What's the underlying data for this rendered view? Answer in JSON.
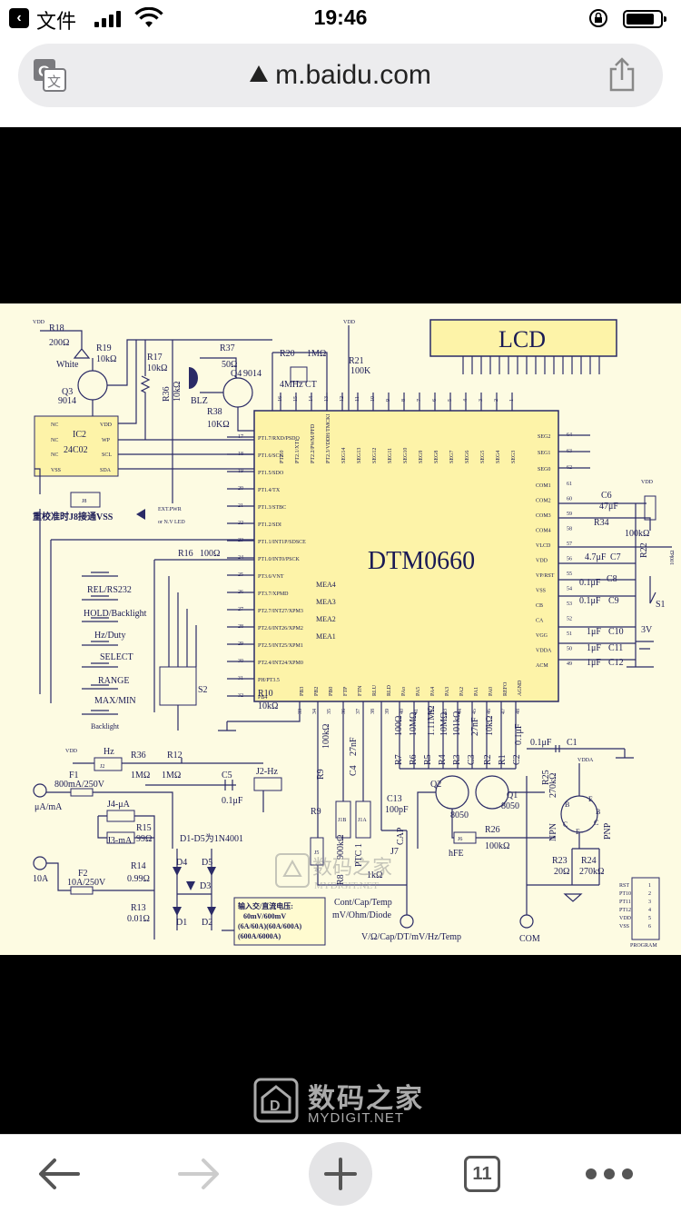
{
  "status_bar": {
    "back_app": "文件",
    "time": "19:46"
  },
  "address_bar": {
    "url": "m.baidu.com"
  },
  "schematic": {
    "chip_name": "DTM0660",
    "lcd_label": "LCD",
    "labels": {
      "r18": "R18",
      "r18v": "200Ω",
      "r19": "R19",
      "r19v": "10kΩ",
      "white": "White",
      "q3": "Q3",
      "q3v": "9014",
      "ic2": "IC2",
      "ic2v": "24C02",
      "r17": "R17",
      "r17v": "10kΩ",
      "r36a": "R36",
      "r36av": "10kΩ",
      "r37": "R37",
      "r37v": "50Ω",
      "q4": "Q4",
      "q4v": "9014",
      "blz": "BLZ",
      "r38": "R38",
      "r38v": "10KΩ",
      "r20": "R20",
      "r20v": "1MΩ",
      "ct": "4MHz CT",
      "r21": "R21",
      "r21v": "100K",
      "vdd": "VDD",
      "note_j8": "重校准时J8接通VSS",
      "extpwr": "EXT.PWR",
      "nlv": "or N.V LED",
      "j8": "J8",
      "r16": "R16",
      "r16v": "100Ω",
      "sw1": "REL/RS232",
      "sw2": "HOLD/Backlight",
      "sw3": "Hz/Duty",
      "sw4": "SELECT",
      "sw5": "RANGE",
      "sw6": "MAX/MIN",
      "sw7": "Backlight",
      "s2": "S2",
      "r10": "R10",
      "r10v": "10kΩ",
      "r36": "R36",
      "r36v": "1MΩ",
      "r12": "R12",
      "r12v": "1MΩ",
      "hz": "Hz",
      "j2": "J2",
      "j2hz": "J2-Hz",
      "c5": "C5",
      "c5v": "0.1μF",
      "f1": "F1",
      "f1v": "800mA/250V",
      "uama": "μA/mA",
      "j4": "J4-μA",
      "j3": "J3-mA",
      "r15": "R15",
      "r15v": "99Ω",
      "d1d5": "D1-D5为1N4001",
      "d4": "D4",
      "d5": "D5",
      "d3": "D3",
      "d1": "D1",
      "d2": "D2",
      "r14": "R14",
      "r14v": "0.99Ω",
      "r13": "R13",
      "r13v": "0.01Ω",
      "a10": "10A",
      "f2": "F2",
      "f2v": "10A/250V",
      "note_in1": "输入交/直流电压:",
      "note_in2": "60mV/600mV",
      "note_in3": "(6A/60A)(60A/600A)",
      "note_in4": "(600A/6000A)",
      "r9": "R9",
      "r9v": "100kΩ",
      "r8": "R8",
      "r8v": "900kΩ",
      "r7": "R7",
      "r7v": "100Ω",
      "r6": "R6",
      "r6v": "10MΩ",
      "r5": "R5",
      "r5v": "1.11MΩ",
      "r4": "R4",
      "r4v": "10MΩ",
      "r3": "R3",
      "r3v": "101kΩ",
      "r2": "R2",
      "r2v": "10kΩ",
      "r1": "R1",
      "c4": "C4",
      "c4v": "27nF",
      "c3": "C3",
      "c3v": "27nF",
      "c2": "C2",
      "c2v": "0.1μF",
      "c1": "C1",
      "c1v": "0.1μF",
      "c13": "C13",
      "c13v": "100pF",
      "j1b": "J1B",
      "j1a": "J1A",
      "j7": "J7",
      "j5": "J5",
      "ptc": "PTC 1",
      "ptcv": "1kΩ",
      "cap": "CAP",
      "cct": "Cont/Cap/Temp",
      "mvohm": "mV/Ohm/Diode",
      "vomega": "V/Ω/Cap/DT/mV/Hz/Temp",
      "com": "COM",
      "q2": "Q2",
      "q2v": "8050",
      "q1": "Q1",
      "q1v": "8050",
      "j6": "J6",
      "hfe": "hFE",
      "r26": "R26",
      "r26v": "100kΩ",
      "r25": "R25",
      "r25v": "270kΩ",
      "npn": "NPN",
      "pnp": "PNP",
      "vdda": "VDDA",
      "r23": "R23",
      "r23v": "20Ω",
      "r24": "R24",
      "r24v": "270kΩ",
      "c6": "C6",
      "c6v": "47μF",
      "r34": "R34",
      "r34v": "100kΩ",
      "r22": "R22",
      "r22v": "100kΩ",
      "c7": "C7",
      "c7v": "4.7μF",
      "c8": "C8",
      "c8v": "0.1μF",
      "c9": "C9",
      "c9v": "0.1μF",
      "c10": "C10",
      "c11": "C11",
      "c12": "C12",
      "c1uf": "1μF",
      "s1": "S1",
      "bat": "3V",
      "program": "PROGRAM",
      "wm1": "数码之家",
      "wm2": "MYDIGIT.NET"
    },
    "left_pins": [
      {
        "name": "PT1.7/RXD/PSDO",
        "num": "17"
      },
      {
        "name": "PT1.6/SCK",
        "num": "18"
      },
      {
        "name": "PT1.5/SDO",
        "num": "19"
      },
      {
        "name": "PT1.4/TX",
        "num": "20"
      },
      {
        "name": "PT1.3/STBC",
        "num": "21"
      },
      {
        "name": "PT1.2/SDI",
        "num": "22"
      },
      {
        "name": "PT1.1/INT1P/SDSCE",
        "num": "23"
      },
      {
        "name": "PT1.0/INT0/PSCK",
        "num": "24"
      },
      {
        "name": "PT3.6/VNT",
        "num": "25"
      },
      {
        "name": "PT3.7/XPMD",
        "num": "26"
      },
      {
        "name": "PT2.7/INT27/XPM3",
        "num": "27"
      },
      {
        "name": "PT2.6/INT26/XPM2",
        "num": "28"
      },
      {
        "name": "PT2.5/INT25/XPM1",
        "num": "29"
      },
      {
        "name": "PT2.4/INT24/XPM0",
        "num": "30"
      },
      {
        "name": "PH/PT3.5",
        "num": "31"
      },
      {
        "name": "PB4",
        "num": "32"
      }
    ],
    "mea_pins": [
      "MEA4",
      "MEA3",
      "MEA2",
      "MEA1"
    ],
    "right_pins": [
      {
        "name": "COM1",
        "num": "61"
      },
      {
        "name": "COM2",
        "num": "60"
      },
      {
        "name": "COM3",
        "num": "59"
      },
      {
        "name": "COM4",
        "num": "58"
      },
      {
        "name": "VLCD",
        "num": "57"
      },
      {
        "name": "VDD",
        "num": "56"
      },
      {
        "name": "VP/RST",
        "num": "55"
      },
      {
        "name": "VSS",
        "num": "54"
      },
      {
        "name": "CB",
        "num": "53"
      },
      {
        "name": "CA",
        "num": "52"
      },
      {
        "name": "VGG",
        "num": "51"
      },
      {
        "name": "VDDA",
        "num": "50"
      },
      {
        "name": "ACM",
        "num": "49"
      }
    ],
    "seg_right": [
      {
        "name": "SEG2",
        "num": "64"
      },
      {
        "name": "SEG1",
        "num": "63"
      },
      {
        "name": "SEG0",
        "num": "62"
      }
    ],
    "top_pins": [
      "PT2.0",
      "PT2.1/XT1",
      "PT2.2/PWM/PFD",
      "PT2.3/VDDH/TMCKI",
      "SEG14",
      "SEG13",
      "SEG12",
      "SEG11",
      "SEG10",
      "SEG9",
      "SEG8",
      "SEG7",
      "SEG6",
      "SEG5",
      "SEG4",
      "SEG3"
    ],
    "top_nums": [
      "16",
      "15",
      "14",
      "13",
      "12",
      "11",
      "10",
      "9",
      "8",
      "7",
      "6",
      "5",
      "4",
      "3",
      "2",
      "1"
    ],
    "bottom_pins": [
      "PB3",
      "PB2",
      "PB0",
      "FTP",
      "FTN",
      "RLU",
      "RLD",
      "PAo",
      "PA5",
      "PA4",
      "PA3",
      "PA2",
      "PA1",
      "PA0",
      "REFO",
      "AGND"
    ],
    "bottom_nums": [
      "33",
      "34",
      "35",
      "36",
      "37",
      "38",
      "39",
      "40",
      "41",
      "42",
      "43",
      "44",
      "45",
      "46",
      "47",
      "48"
    ],
    "program_pins": [
      "RST",
      "PT10",
      "PT11",
      "PT12",
      "VDD",
      "VSS"
    ]
  },
  "watermark": {
    "title": "数码之家",
    "subtitle": "MYDIGIT.NET"
  },
  "toolbar": {
    "tab_count": "11"
  }
}
